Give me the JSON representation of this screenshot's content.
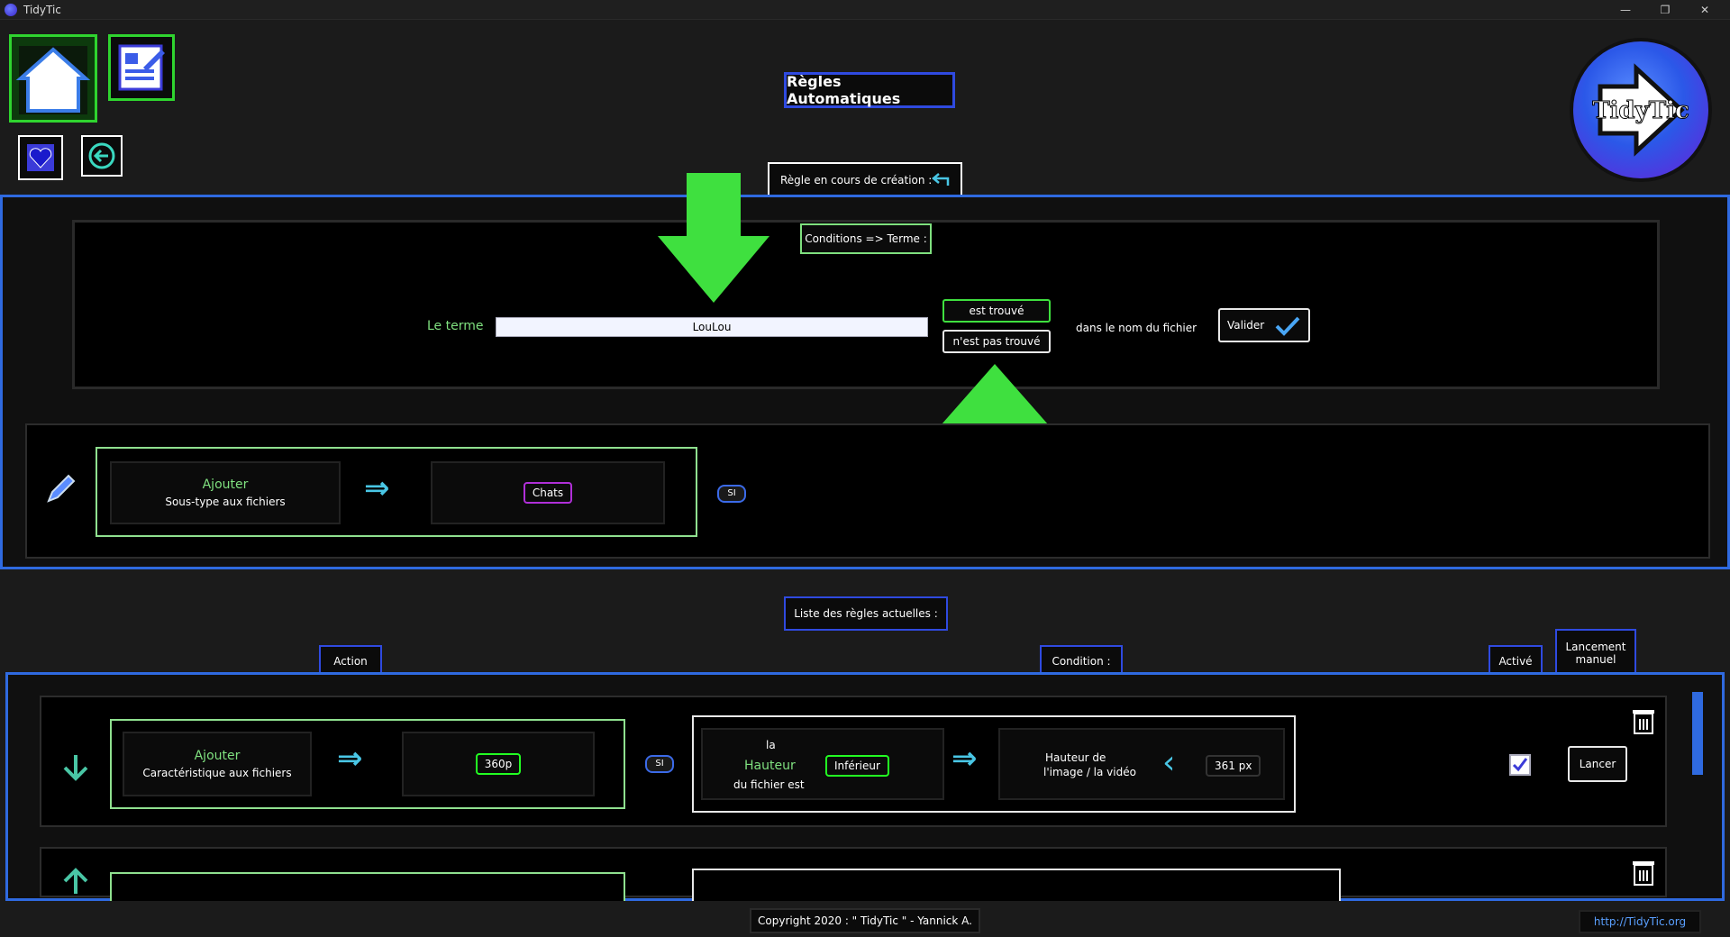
{
  "app": {
    "title": "TidyTic"
  },
  "header": {
    "page_title": "Règles Automatiques",
    "rule_creating_label": "Règle en cours de création :",
    "logo_text": "TidyTic"
  },
  "conditions": {
    "section_label": "Conditions => Terme :",
    "term_label": "Le terme",
    "term_value": "LouLou",
    "found_label": "est trouvé",
    "not_found_label": "n'est pas trouvé",
    "in_filename_label": "dans le nom du fichier",
    "validate_label": "Valider"
  },
  "current_rule": {
    "action_title": "Ajouter",
    "action_subtitle": "Sous-type aux fichiers",
    "value": "Chats",
    "si_label": "SI"
  },
  "rules_list": {
    "section_label": "Liste des règles actuelles :",
    "col_action": "Action",
    "col_condition": "Condition :",
    "col_active": "Activé",
    "col_manual_line1": "Lancement",
    "col_manual_line2": "manuel",
    "rows": [
      {
        "action_title": "Ajouter",
        "action_subtitle": "Caractéristique aux fichiers",
        "value": "360p",
        "si_label": "SI",
        "cond_la": "la",
        "cond_attr": "Hauteur",
        "cond_du": "du fichier est",
        "cond_op": "Inférieur",
        "cond_target_line1": "Hauteur de",
        "cond_target_line2": "l'image / la vidéo",
        "cond_value": "361 px",
        "launch_label": "Lancer"
      }
    ]
  },
  "footer": {
    "copyright": "Copyright 2020 : \" TidyTic \" - Yannick A.",
    "link": "http://TidyTic.org"
  },
  "colors": {
    "accent_blue": "#2d6be0",
    "accent_purple": "#6a1fff",
    "green": "#3fe03f",
    "bg": "#1b1b1b"
  }
}
